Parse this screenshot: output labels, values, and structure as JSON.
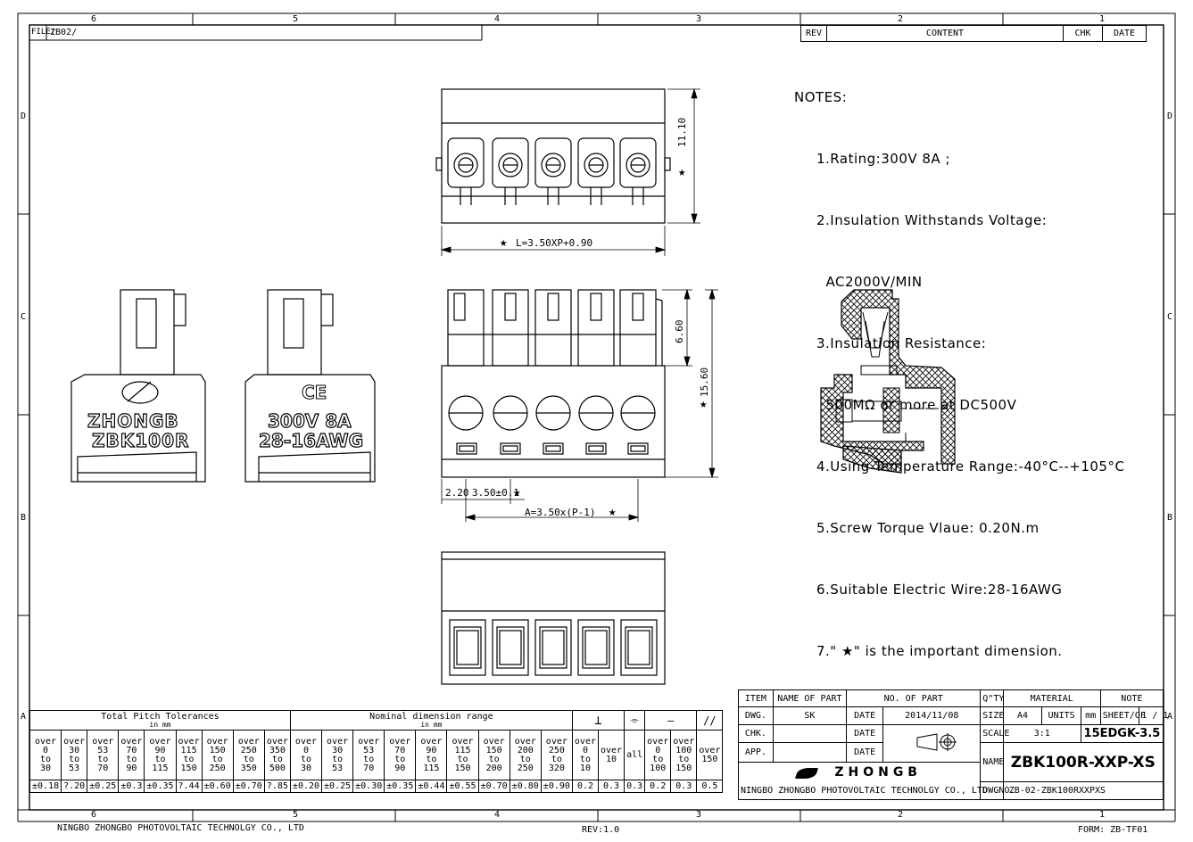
{
  "frame": {
    "file_label": "FILE:",
    "file_value": "ZB02/",
    "zones_top": [
      "6",
      "5",
      "4",
      "3",
      "2",
      "1"
    ],
    "zones_left": [
      "D",
      "C",
      "B",
      "A"
    ],
    "bottom_company": "NINGBO ZHONGBO PHOTOVOLTAIC TECHNOLGY CO., LTD",
    "bottom_rev": "REV:1.0",
    "bottom_form": "FORM: ZB-TF01"
  },
  "revision_block": {
    "rev": "REV",
    "content": "CONTENT",
    "chk": "CHK",
    "date": "DATE"
  },
  "notes": {
    "title": "NOTES:",
    "items": [
      "1.Rating:300V 8A ;",
      "2.Insulation Withstands Voltage:",
      "  AC2000V/MIN",
      "3.Insulation Resistance:",
      "  500MΩ or more at DC500V",
      "4.Using Temperature Range:-40°C--+105°C",
      "5.Screw Torque Vlaue: 0.20N.m",
      "6.Suitable Electric Wire:28-16AWG",
      "7.\" ★\" is the important dimension."
    ]
  },
  "dimensions": {
    "top_height": "11.10",
    "length": "L=3.50XP+0.90",
    "front_upper": "6.60",
    "front_total": "15.60",
    "offset": "2.20",
    "pitch": "3.50±0.1",
    "span": "A=3.50x(P-1)",
    "star": "★"
  },
  "side_labels": {
    "left_brand": "ZHONGB",
    "left_model": "ZBK100R",
    "right_ce": "CE",
    "right_rating": "300V 8A",
    "right_wire": "28-16AWG"
  },
  "tolerance_table": {
    "title_pitch": "Total Pitch Tolerances",
    "title_pitch_unit": "in mm",
    "title_nominal": "Nominal dimension range",
    "title_nominal_unit": "in mm",
    "sym_perp": "⊥",
    "sym_sym": "⌯",
    "sym_flat": "—",
    "sym_par": "//",
    "over": "over",
    "to": "to",
    "all": "all",
    "pitch_from": [
      "0",
      "30",
      "53",
      "70",
      "90",
      "115",
      "150",
      "250",
      "350"
    ],
    "pitch_to": [
      "30",
      "53",
      "70",
      "90",
      "115",
      "150",
      "250",
      "350",
      "500"
    ],
    "pitch_tol": [
      "±0.18",
      "?.20",
      "±0.25",
      "±0.3",
      "±0.35",
      "?.44",
      "±0.60",
      "±0.70",
      "?.85"
    ],
    "nom_from": [
      "0",
      "30",
      "53",
      "70",
      "90",
      "115",
      "150",
      "200",
      "250"
    ],
    "nom_to": [
      "30",
      "53",
      "70",
      "90",
      "115",
      "150",
      "200",
      "250",
      "320"
    ],
    "nom_tol": [
      "±0.20",
      "±0.25",
      "±0.30",
      "±0.35",
      "±0.44",
      "±0.55",
      "±0.70",
      "±0.80",
      "±0.90"
    ],
    "perp_from": "0",
    "perp_to": "10",
    "perp_over": "10",
    "perp_vals": [
      "0.2",
      "0.3"
    ],
    "sym_val": "0.3",
    "flat_from": [
      "0",
      "100"
    ],
    "flat_to": [
      "100",
      "150"
    ],
    "flat_vals": [
      "0.2",
      "0.3"
    ],
    "par_over": "150",
    "par_val": "0.5"
  },
  "title_block": {
    "item": "ITEM",
    "name_of_part": "NAME OF PART",
    "no_of_part": "NO. OF PART",
    "qty": "Q\"TY",
    "material": "MATERIAL",
    "note": "NOTE",
    "dwg": "DWG.",
    "dwg_by": "SK",
    "date_label": "DATE",
    "date_value": "2014/11/08",
    "size_label": "SIZE",
    "size_value": "A4",
    "units_label": "UNITS",
    "units_value": "mm",
    "sheet_label": "SHEET/OF",
    "sheet_value": "1 / 1",
    "chk": "CHK.",
    "scale_label": "SCALE",
    "scale_value": "3:1",
    "part_code": "15EDGK-3.5",
    "app": "APP.",
    "logo_text": "ZHONGB",
    "name_label": "NAME",
    "name_value": "ZBK100R-XXP-XS",
    "company": "NINGBO ZHONGBO PHOTOVOLTAIC TECHNOLGY CO., LTD",
    "dwgno_label": "DWGNO.",
    "dwgno_value": "ZB-02-ZBK100RXXPXS"
  }
}
